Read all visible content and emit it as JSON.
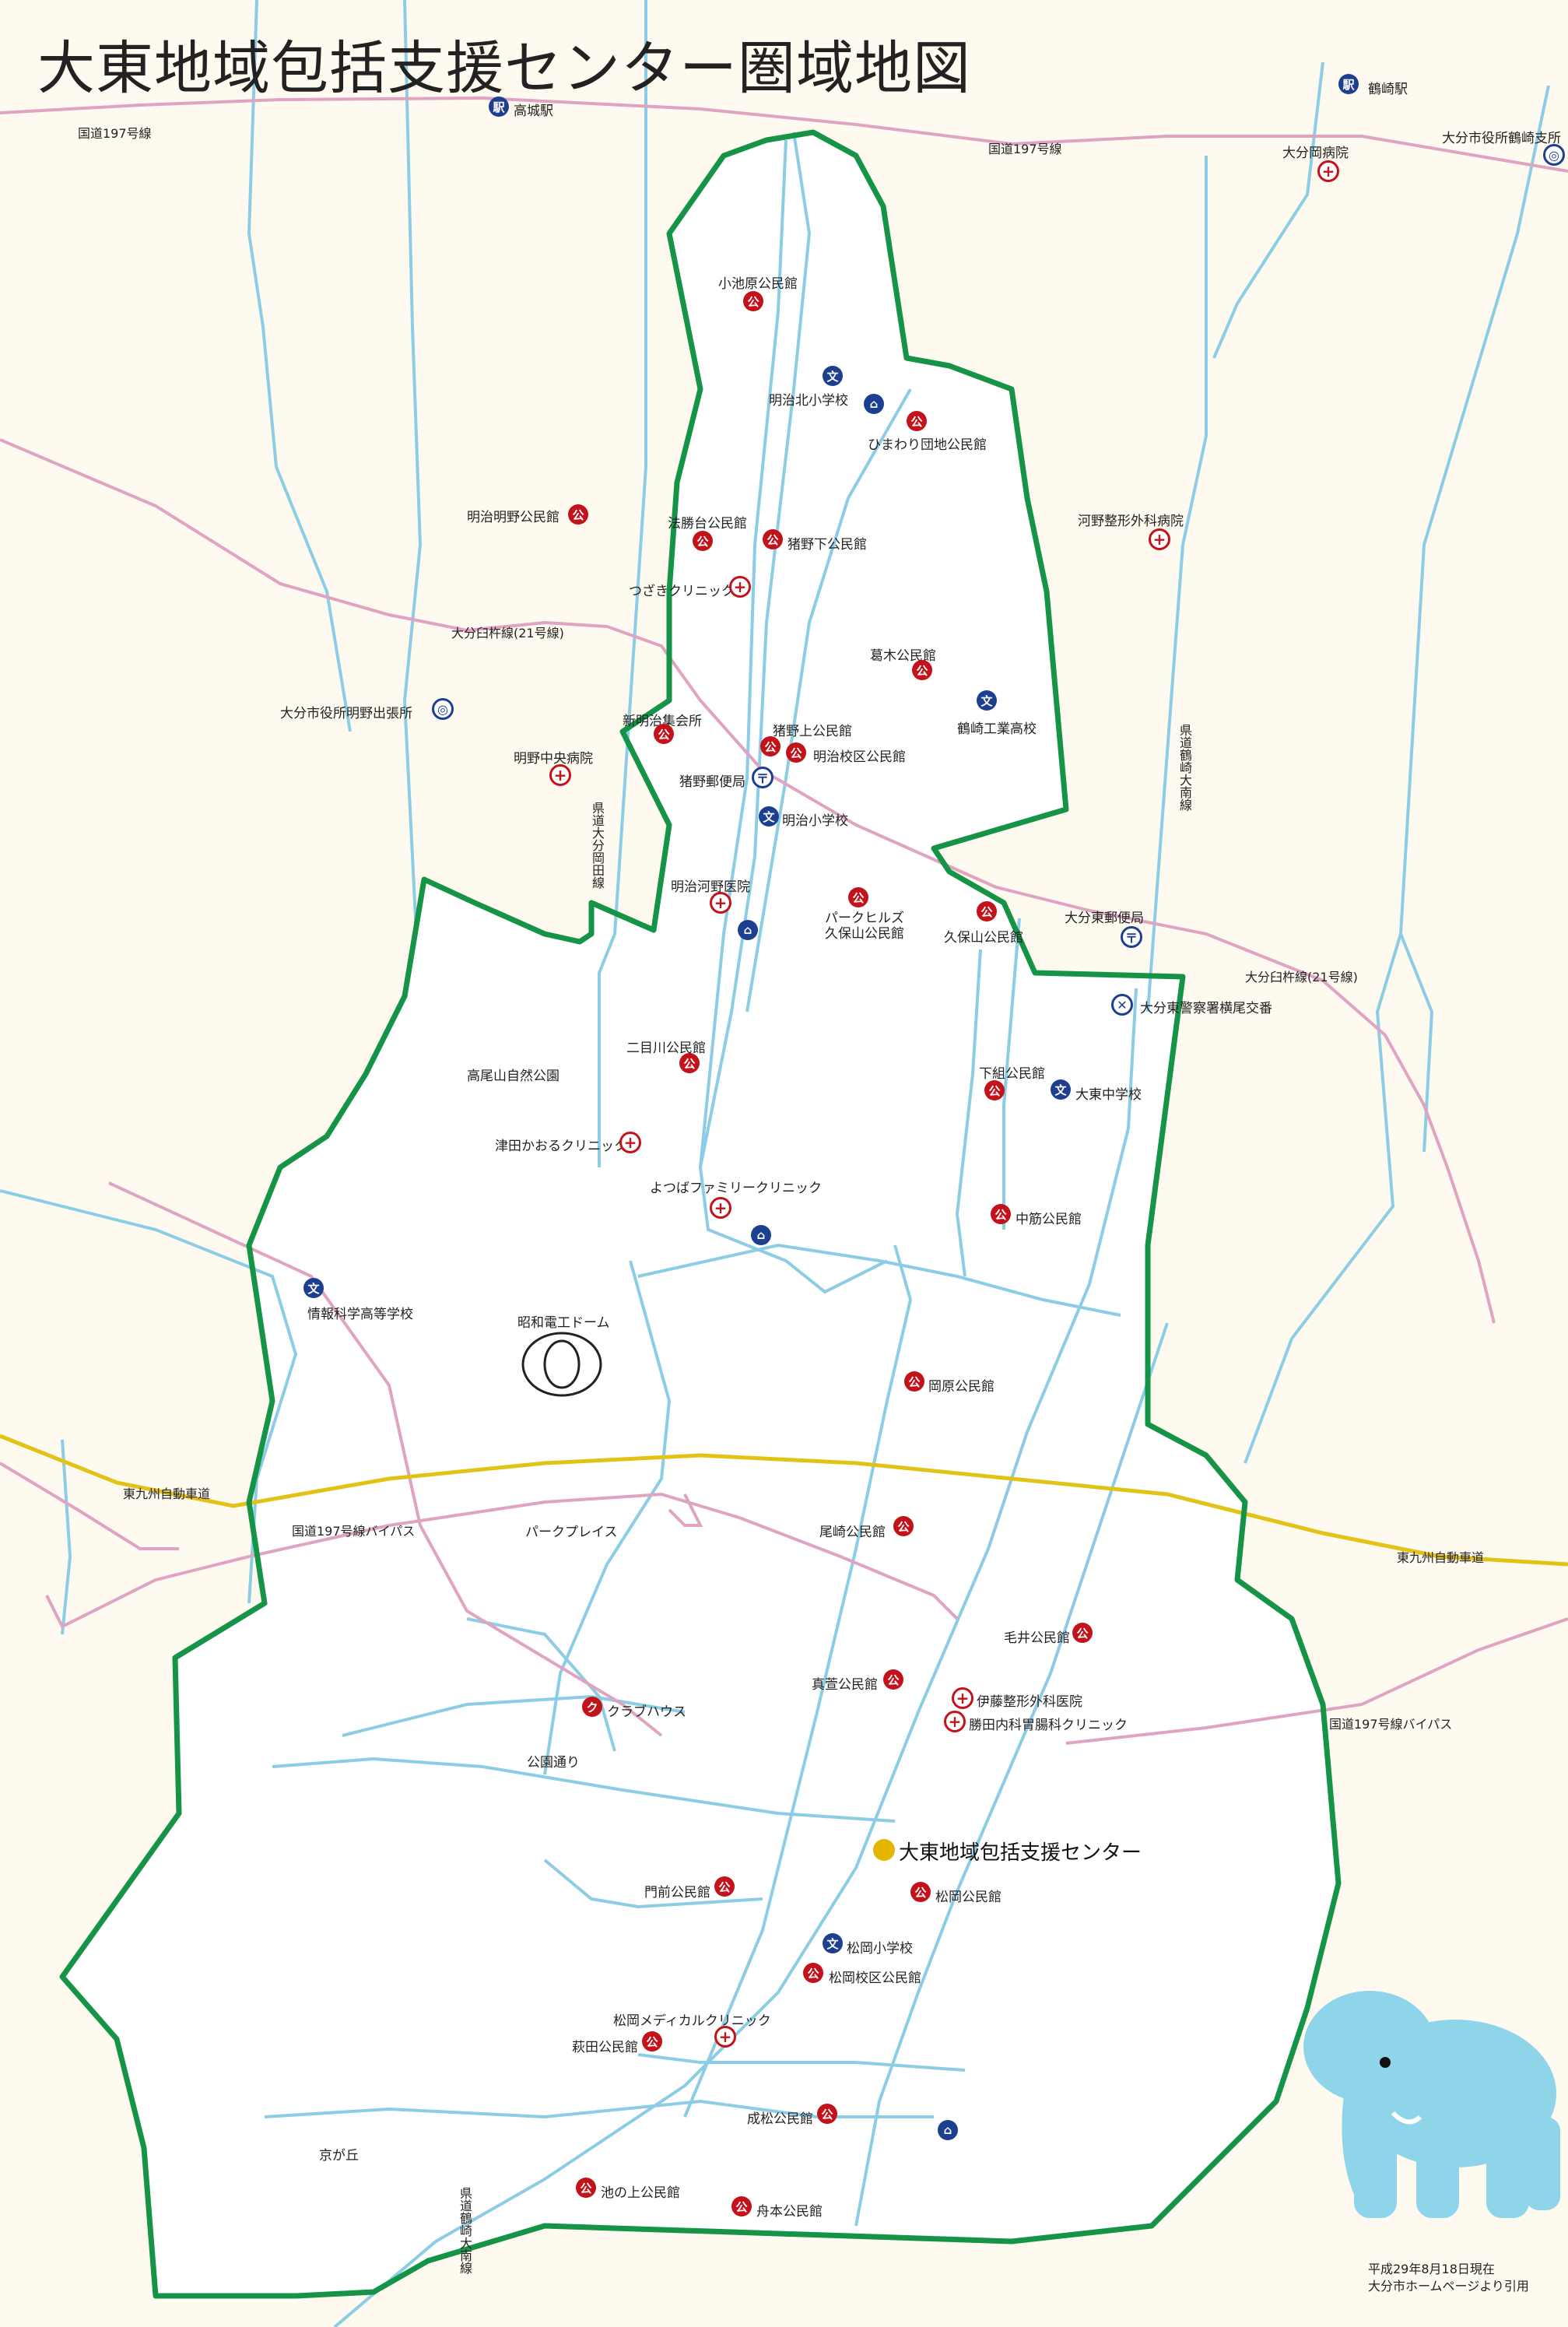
{
  "title": "大東地域包括支援センター圏域地図",
  "center": {
    "name": "大東地域包括支援センター"
  },
  "legend_colors": {
    "boundary": "#159447",
    "road": "#8ccde5",
    "route": "#e0a3c2",
    "expressway": "#e2c215",
    "community_center": "#c4121a",
    "school": "#1d3f8f"
  },
  "stations": [
    {
      "name": "高城駅",
      "icon": "train-station-icon"
    },
    {
      "name": "鶴崎駅",
      "icon": "train-station-icon"
    }
  ],
  "roads": {
    "r197_left": "国道197号線",
    "r197_top": "国道197号線",
    "usuki21_left": "大分臼杵線(21号線)",
    "usuki21_right": "大分臼杵線(21号線)",
    "tsurusaki_oita_right": "県道鶴崎大南線",
    "akeno_road": "県道大分岡田線",
    "tsurusaki_oita_bottom": "県道鶴崎大南線",
    "expressway_left": "東九州自動車道",
    "expressway_right": "東九州自動車道",
    "bypass_left": "国道197号線バイパス",
    "bypass_right": "国道197号線バイパス"
  },
  "places": {
    "koikebaru": "小池原公民館",
    "akeno_kita_school": "明治北小学校",
    "himawari": "ひまわり団地公民館",
    "akenomeino": "明治明野公民館",
    "hoshodai": "法勝台公民館",
    "inokashita": "猪野下公民館",
    "kawano_clinic": "河野整形外科病院",
    "tsuzaki_clinic": "つざきクリニック",
    "kuzuki": "葛木公民館",
    "city_office_akeno": "大分市役所明野出張所",
    "shin_meiji": "新明治集会所",
    "inoue": "猪野上公民館",
    "meiji_district": "明治校区公民館",
    "tsurusaki_tech": "鶴崎工業高校",
    "akeno_chuo_hospital": "明野中央病院",
    "ino_post": "猪野郵便局",
    "meiji_school": "明治小学校",
    "meiji_kawano": "明治河野医院",
    "parkhills": "パークヒルズ\n久保山公民館",
    "kuboyama": "久保山公民館",
    "daito_post": "大分東郵便局",
    "police_box": "大分東警察署横尾交番",
    "futamegawa": "二目川公民館",
    "takaoyama_park": "高尾山自然公園",
    "tsuda_clinic": "津田かおるクリニック",
    "shimogumi": "下組公民館",
    "daito_junior": "大東中学校",
    "yotsuba": "よつばファミリークリニック",
    "nakasuji": "中筋公民館",
    "johokagaku": "情報科学高等学校",
    "showa_dome": "昭和電工ドーム",
    "okabaru": "岡原公民館",
    "park_place": "パークプレイス",
    "ozaki": "尾崎公民館",
    "kei": "毛井公民館",
    "masuge": "真萱公民館",
    "ito_clinic": "伊藤整形外科医院",
    "katsuta_clinic": "勝田内科胃腸科クリニック",
    "clubhouse": "クラブハウス",
    "park_street": "公園通り",
    "monzen": "門前公民館",
    "matsuoka": "松岡公民館",
    "matsuoka_school": "松岡小学校",
    "matsuoka_district": "松岡校区公民館",
    "matsuoka_medical": "松岡メディカルクリニック",
    "hagita": "萩田公民館",
    "narimatsu": "成松公民館",
    "kyogaoka": "京が丘",
    "ikenoue": "池の上公民館",
    "funamoto": "舟本公民館",
    "oita_oka_hospital": "大分岡病院",
    "city_office_tsurusaki": "大分市役所鶴崎支所"
  },
  "note": {
    "line1": "平成29年8月18日現在",
    "line2": "大分市ホームページより引用"
  }
}
